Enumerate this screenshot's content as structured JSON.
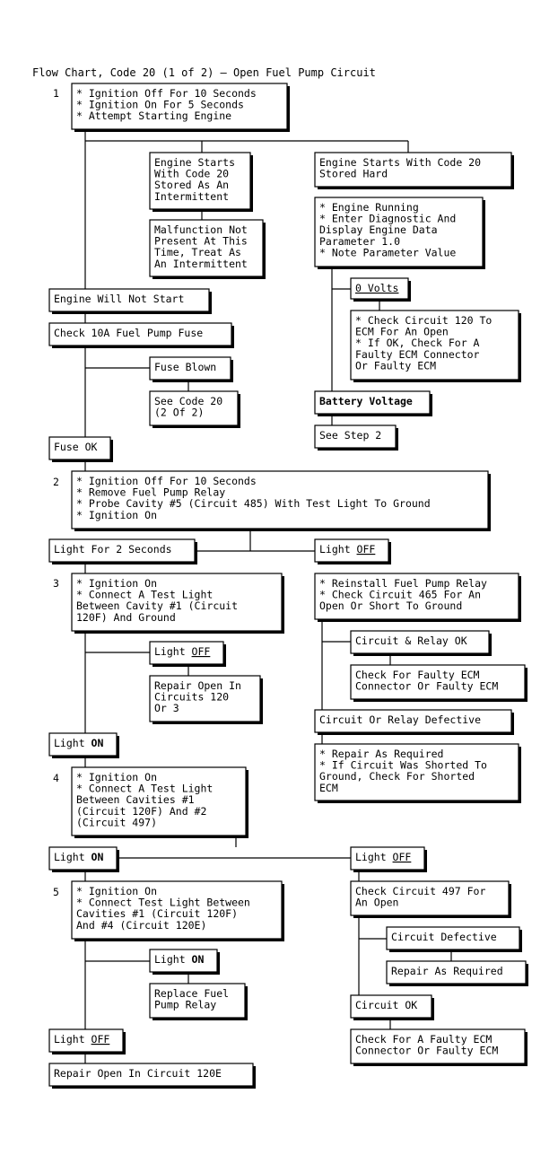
{
  "title": "Flow Chart, Code 20 (1 of 2) – Open Fuel Pump Circuit",
  "steps": {
    "s1": "1",
    "s2": "2",
    "s3": "3",
    "s4": "4",
    "s5": "5"
  },
  "boxes": {
    "step1": [
      "* Ignition Off For 10 Seconds",
      "* Ignition On For 5 Seconds",
      "* Attempt Starting Engine"
    ],
    "starts_intermittent": [
      "Engine Starts",
      "With Code 20",
      "Stored As An",
      "Intermittent"
    ],
    "not_present": [
      "Malfunction Not",
      "Present At This",
      "Time, Treat As",
      "An Intermittent"
    ],
    "starts_hard": [
      "Engine Starts With Code 20",
      "Stored Hard"
    ],
    "engine_running": [
      "* Engine Running",
      "* Enter Diagnostic And",
      "  Display Engine Data",
      "  Parameter 1.0",
      "* Note Parameter Value"
    ],
    "zero_volts": [
      "0 Volts"
    ],
    "check_120": [
      "* Check Circuit 120 To",
      "  ECM For An Open",
      "* If OK, Check For A",
      "  Faulty ECM Connector",
      "  Or Faulty ECM"
    ],
    "battery_voltage": [
      "Battery Voltage"
    ],
    "see_step2": [
      "See Step 2"
    ],
    "will_not_start": [
      "Engine Will Not Start"
    ],
    "check_fuse": [
      "Check 10A Fuel Pump Fuse"
    ],
    "fuse_blown": [
      "Fuse Blown"
    ],
    "see_code20": [
      "See Code 20",
      "(2 Of 2)"
    ],
    "fuse_ok": [
      "Fuse OK"
    ],
    "step2": [
      "* Ignition Off For 10 Seconds",
      "* Remove Fuel Pump Relay",
      "* Probe Cavity #5 (Circuit 485) With Test Light To Ground",
      "* Ignition On"
    ],
    "light_2sec": [
      "Light For 2 Seconds"
    ],
    "light_off_a": [
      "Light OFF"
    ],
    "step3": [
      "* Ignition On",
      "* Connect A Test Light",
      "  Between Cavity #1 (Circuit",
      "  120F) And Ground"
    ],
    "reinstall": [
      "* Reinstall Fuel Pump Relay",
      "* Check Circuit 465 For An",
      "  Open Or Short To Ground"
    ],
    "light_off_b": [
      "Light OFF"
    ],
    "circuit_relay_ok": [
      "Circuit & Relay OK"
    ],
    "repair_open_120": [
      "Repair Open In",
      "Circuits 120",
      "Or 3"
    ],
    "check_faulty_ecm_a": [
      "Check For Faulty ECM",
      "Connector Or Faulty ECM"
    ],
    "circuit_relay_defective": [
      "Circuit Or Relay Defective"
    ],
    "light_on_a": [
      "Light ON"
    ],
    "repair_as_required_a": [
      "* Repair As Required",
      "* If Circuit Was Shorted To",
      "  Ground, Check For Shorted",
      "  ECM"
    ],
    "step4": [
      "* Ignition On",
      "* Connect A Test Light",
      "  Between Cavities #1",
      "  (Circuit 120F) And #2",
      "  (Circuit 497)"
    ],
    "light_on_b": [
      "Light ON"
    ],
    "light_off_c": [
      "Light OFF"
    ],
    "step5": [
      "* Ignition On",
      "* Connect Test Light Between",
      "  Cavities #1 (Circuit 120F)",
      "  And #4 (Circuit 120E)"
    ],
    "check_497": [
      "Check Circuit 497 For",
      "An Open"
    ],
    "circuit_defective": [
      "Circuit Defective"
    ],
    "light_on_c": [
      "Light ON"
    ],
    "repair_as_required_b": [
      "Repair As Required"
    ],
    "replace_relay": [
      "Replace Fuel",
      "Pump Relay"
    ],
    "circuit_ok": [
      "Circuit OK"
    ],
    "light_off_d": [
      "Light OFF"
    ],
    "check_faulty_ecm_b": [
      "Check For A Faulty ECM",
      "Connector Or Faulty ECM"
    ],
    "repair_120e": [
      "Repair Open In Circuit 120E"
    ]
  }
}
